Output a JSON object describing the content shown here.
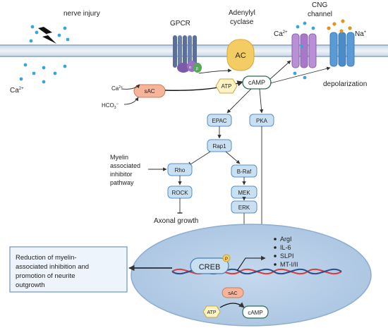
{
  "labels": {
    "nerve_injury": "nerve injury",
    "gpcr": "GPCR",
    "adenylyl_cyclase_1": "Adenylyl",
    "adenylyl_cyclase_2": "cyclase",
    "cng_1": "CNG",
    "cng_2": "channel",
    "ca_left": "Ca",
    "ca_sup": "2+",
    "ca_cng": "Ca",
    "ca_cng_sup": "2+",
    "na": "Na",
    "na_sup": "+",
    "ca_sac": "Ca",
    "ca_sac_sup": "2+",
    "hco3": "HCO",
    "hco3_sub": "3",
    "hco3_sup": "−",
    "ac": "AC",
    "sac": "sAC",
    "atp": "ATP",
    "camp": "cAMP",
    "depolarization": "depolarization",
    "epac": "EPAC",
    "pka": "PKA",
    "rap1": "Rap1",
    "myelin_1": "Myelin",
    "myelin_2": "associated",
    "myelin_3": "inhibitor",
    "myelin_4": "pathway",
    "rho": "Rho",
    "rock": "ROCK",
    "braf": "B-Raf",
    "mek": "MEK",
    "erk": "ERK",
    "axonal_growth": "Axonal growth",
    "creb": "CREB",
    "creb_p": "P",
    "nucleus_sac": "sAC",
    "nucleus_atp": "ATP",
    "nucleus_camp": "cAMP",
    "outcome_1": "Reduction of myelin-",
    "outcome_2": "associated inhibition and",
    "outcome_3": "promotion of neurite",
    "outcome_4": "outgrowth",
    "gpcr_sub_a": "α",
    "gpcr_sub_b": "β",
    "gpcr_sub_g": "γ"
  },
  "target_genes": [
    "ArgI",
    "IL-6",
    "SLPI",
    "MT-I/II"
  ],
  "colors": {
    "membrane": "#b9ccdc",
    "node_fill": "#c9e0f3",
    "node_stroke": "#5b8fbf",
    "sac_fill": "#f6b49a",
    "ac_fill": "#f3cd63",
    "nucleus_fill": "#b6cde6",
    "ion": "#3aa6d8",
    "na_ion": "#e0951d",
    "cng_purple": "#b98fd6",
    "cng_blue": "#5a9bd5"
  }
}
